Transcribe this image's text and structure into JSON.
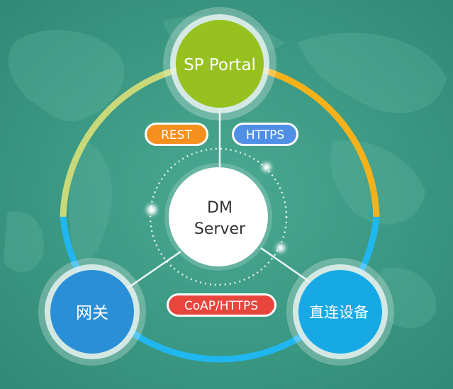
{
  "center": {
    "line1": "DM",
    "line2": "Server"
  },
  "nodes": {
    "portal": {
      "label": "SP Portal",
      "color": "#96c11f"
    },
    "gateway": {
      "label": "网关",
      "color": "#2a8fd6"
    },
    "direct": {
      "label": "直连设备",
      "color": "#16a9e6"
    }
  },
  "protocols": {
    "rest": {
      "label": "REST",
      "color": "#f5901e"
    },
    "https": {
      "label": "HTTPS",
      "color": "#4f8fe6"
    },
    "coap": {
      "label": "CoAP/HTTPS",
      "color": "#e8453c"
    }
  },
  "colors": {
    "background": "#3d9a85",
    "ring_left_top": "#c9d97a",
    "ring_right_top": "#f7b21a",
    "ring_bottom": "#20b6f0"
  }
}
